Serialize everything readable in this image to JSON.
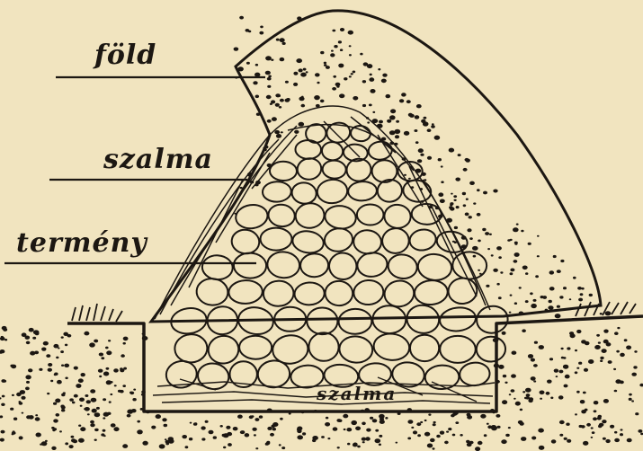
{
  "diagram": {
    "labels": {
      "top": "föld",
      "middle": "szalma",
      "lower": "termény",
      "bottom": "szalma"
    },
    "colors": {
      "paper": "#f1e4bf",
      "ink": "#1c1712"
    }
  }
}
